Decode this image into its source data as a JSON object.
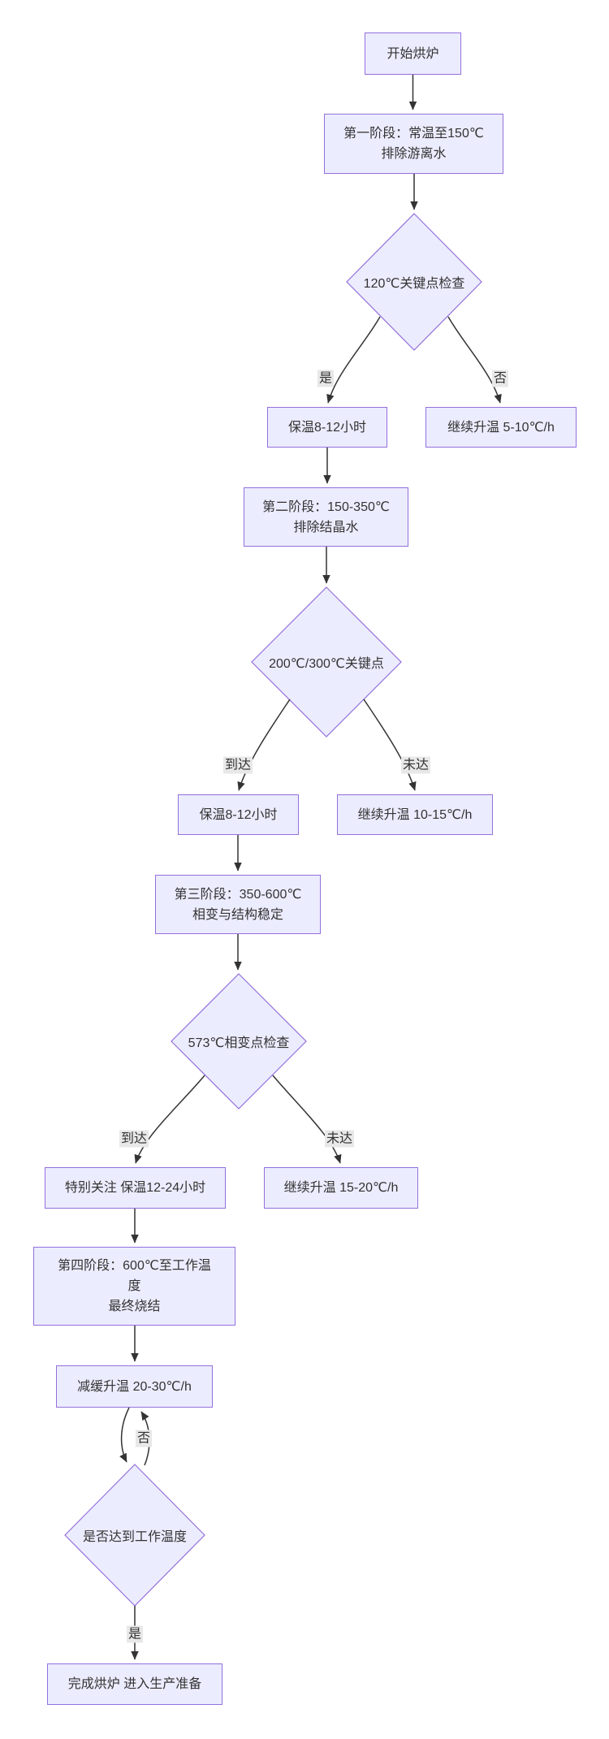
{
  "diagram": {
    "type": "flowchart",
    "nodes": {
      "start": {
        "lines": [
          "开始烘炉"
        ]
      },
      "stage1": {
        "lines": [
          "第一阶段：常温至150℃",
          "排除游离水"
        ]
      },
      "check120": {
        "lines": [
          "120℃关键点检查"
        ]
      },
      "hold1": {
        "lines": [
          "保温8-12小时"
        ]
      },
      "cont1": {
        "lines": [
          "继续升温 5-10℃/h"
        ]
      },
      "stage2": {
        "lines": [
          "第二阶段：150-350℃",
          "排除结晶水"
        ]
      },
      "check200300": {
        "lines": [
          "200℃/300℃关键点"
        ]
      },
      "hold2": {
        "lines": [
          "保温8-12小时"
        ]
      },
      "cont2": {
        "lines": [
          "继续升温 10-15℃/h"
        ]
      },
      "stage3": {
        "lines": [
          "第三阶段：350-600℃",
          "相变与结构稳定"
        ]
      },
      "check573": {
        "lines": [
          "573℃相变点检查"
        ]
      },
      "special": {
        "lines": [
          "特别关注 保温12-24小时"
        ]
      },
      "cont3": {
        "lines": [
          "继续升温 15-20℃/h"
        ]
      },
      "stage4": {
        "lines": [
          "第四阶段：600℃至工作温",
          "度",
          "最终烧结"
        ]
      },
      "slow": {
        "lines": [
          "减缓升温 20-30℃/h"
        ]
      },
      "checkwork": {
        "lines": [
          "是否达到工作温度"
        ]
      },
      "done": {
        "lines": [
          "完成烘炉 进入生产准备"
        ]
      }
    },
    "edge_labels": {
      "yes1": "是",
      "no1": "否",
      "reach2": "到达",
      "notreach2": "未达",
      "reach3": "到达",
      "notreach3": "未达",
      "no4": "否",
      "yes4": "是"
    },
    "colors": {
      "node_fill": "#ECECFF",
      "node_border": "#9370DB",
      "edge": "#333333",
      "text": "#333333",
      "edge_label_bg": "#e8e8e8",
      "background": "#ffffff"
    }
  }
}
